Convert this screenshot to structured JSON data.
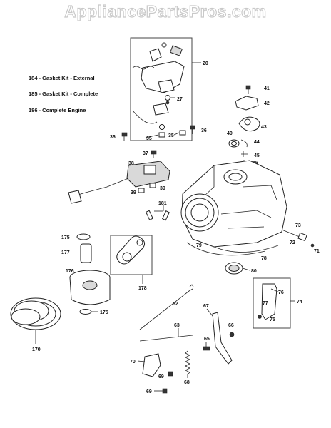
{
  "watermark": "AppliancePartsPros.com",
  "legend": [
    "184 - Gasket Kit - External",
    "185 - Gasket Kit - Complete",
    "186 - Complete Engine"
  ],
  "callouts": {
    "c20": "20",
    "c27": "27",
    "c35a": "35",
    "c35b": "35",
    "c36a": "36",
    "c36b": "36",
    "c37": "37",
    "c38": "38",
    "c39a": "39",
    "c39b": "39",
    "c40": "40",
    "c41": "41",
    "c42": "42",
    "c43": "43",
    "c44": "44",
    "c45": "45",
    "c46": "46",
    "c181": "181",
    "c175a": "175",
    "c175b": "175",
    "c177": "177",
    "c176": "176",
    "c178": "178",
    "c170": "170",
    "c79": "79",
    "c78": "78",
    "c73": "73",
    "c72": "72",
    "c71": "71",
    "c80": "80",
    "c74": "74",
    "c76": "76",
    "c77": "77",
    "c75": "75",
    "c62": "62",
    "c63": "63",
    "c67": "67",
    "c66": "66",
    "c65": "65",
    "c70": "70",
    "c69a": "69",
    "c69b": "69",
    "c68": "68"
  }
}
